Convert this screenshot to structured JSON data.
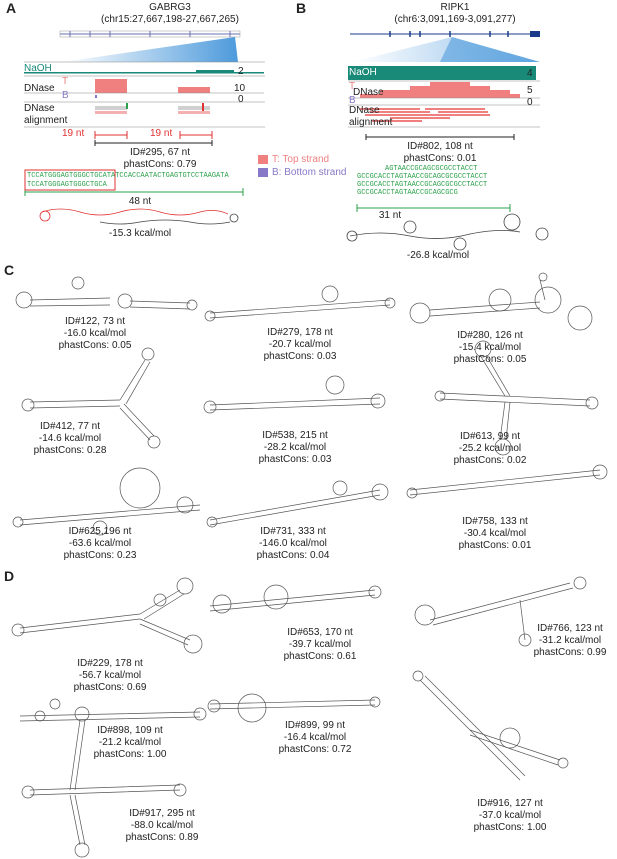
{
  "panels": {
    "A": {
      "letter": "A",
      "gene": "GABRG3",
      "locus": "(chr15:27,667,198-27,667,265)",
      "track_naoh": "NaOH",
      "naoh_value": "2",
      "track_dnase": "DNase",
      "label_T": "T",
      "label_B": "B",
      "dnase_value_top": "10",
      "dnase_value_bottom": "0",
      "track_align": "DNase\nalignment",
      "nt_left": "19 nt",
      "nt_right": "19 nt",
      "id": "ID#295, 67 nt",
      "phast": "phastCons: 0.79",
      "seq1_boxed": "TCCATGGGAGTGGGCTGCA",
      "seq1_rest": "TATCCACCAATACTGAGTGTCCTAAGATA",
      "seq2": "TCCATGGGAGTGGGCTGCA",
      "span": "48 nt",
      "energy": "-15.3 kcal/mol"
    },
    "B": {
      "letter": "B",
      "gene": "RIPK1",
      "locus": "(chr6:3,091,169-3,091,277)",
      "track_naoh": "NaOH",
      "naoh_value": "4",
      "track_dnase": "DNase",
      "label_T": "T",
      "label_B": "B",
      "dnase_value_top": "5",
      "dnase_value_bottom": "0",
      "track_align": "DNase\nalignment",
      "id": "ID#802, 108 nt",
      "phast": "phastCons: 0.01",
      "seqs": [
        "AGTAACCGCAGCGCGCCTACCT",
        "GCCGCACCTAGTAACCGCAGCGCGCCTACCT",
        "GCCGCACCTAGTAACCGCAGCGCGCCTACCT",
        "GCCGCACCTAGTAACCGCAGCGCG"
      ],
      "span": "31 nt",
      "energy": "-26.8 kcal/mol"
    },
    "legend": {
      "top": "T: Top strand",
      "bottom": "B: Bottom strand"
    },
    "C": {
      "letter": "C",
      "items": [
        {
          "id": "ID#122, 73 nt",
          "energy": "-16.0 kcal/mol",
          "phast": "phastCons: 0.05"
        },
        {
          "id": "ID#279, 178 nt",
          "energy": "-20.7 kcal/mol",
          "phast": "phastCons: 0.03"
        },
        {
          "id": "ID#280, 126 nt",
          "energy": "-15.4 kcal/mol",
          "phast": "phastCons: 0.05"
        },
        {
          "id": "ID#412, 77 nt",
          "energy": "-14.6 kcal/mol",
          "phast": "phastCons: 0.28"
        },
        {
          "id": "ID#538, 215 nt",
          "energy": "-28.2 kcal/mol",
          "phast": "phastCons: 0.03"
        },
        {
          "id": "ID#613, 99 nt",
          "energy": "-25.2 kcal/mol",
          "phast": "phastCons: 0.02"
        },
        {
          "id": "ID#625,196 nt",
          "energy": "-63.6 kcal/mol",
          "phast": "phastCons: 0.23"
        },
        {
          "id": "ID#731, 333 nt",
          "energy": "-146.0 kcal/mol",
          "phast": "phastCons: 0.04"
        },
        {
          "id": "ID#758, 133 nt",
          "energy": "-30.4 kcal/mol",
          "phast": "phastCons: 0.01"
        }
      ]
    },
    "D": {
      "letter": "D",
      "items": [
        {
          "id": "ID#229, 178 nt",
          "energy": "-56.7 kcal/mol",
          "phast": "phastCons: 0.69"
        },
        {
          "id": "ID#653, 170 nt",
          "energy": "-39.7 kcal/mol",
          "phast": "phastCons: 0.61"
        },
        {
          "id": "ID#766, 123 nt",
          "energy": "-31.2 kcal/mol",
          "phast": "phastCons: 0.99"
        },
        {
          "id": "ID#898, 109 nt",
          "energy": "-21.2 kcal/mol",
          "phast": "phastCons: 1.00"
        },
        {
          "id": "ID#899, 99 nt",
          "energy": "-16.4 kcal/mol",
          "phast": "phastCons: 0.72"
        },
        {
          "id": "ID#916, 127 nt",
          "energy": "-37.0 kcal/mol",
          "phast": "phastCons: 1.00"
        },
        {
          "id": "ID#917, 295 nt",
          "energy": "-88.0 kcal/mol",
          "phast": "phastCons: 0.89"
        }
      ]
    }
  },
  "colors": {
    "naoh": "#1a8a78",
    "naoh_light": "#20a58f",
    "dnase_top": "#f08080",
    "dnase_bottom": "#8878c8",
    "highlight_red": "#e03030",
    "seq_green": "#2aa04a",
    "blue_fan": "#3a8fd8"
  }
}
